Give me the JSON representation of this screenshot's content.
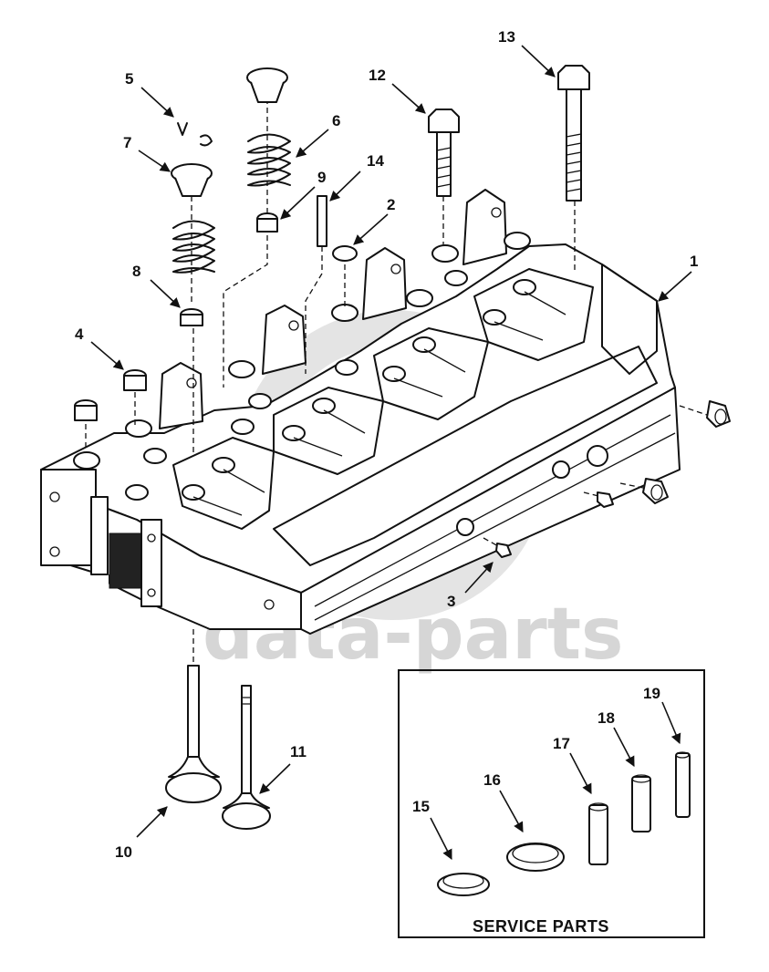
{
  "watermark": {
    "text": "data-parts"
  },
  "service_box": {
    "title": "SERVICE PARTS"
  },
  "callouts": [
    {
      "id": "1",
      "label": "1"
    },
    {
      "id": "2",
      "label": "2"
    },
    {
      "id": "3",
      "label": "3"
    },
    {
      "id": "4",
      "label": "4"
    },
    {
      "id": "5",
      "label": "5"
    },
    {
      "id": "6",
      "label": "6"
    },
    {
      "id": "7",
      "label": "7"
    },
    {
      "id": "8",
      "label": "8"
    },
    {
      "id": "9",
      "label": "9"
    },
    {
      "id": "10",
      "label": "10"
    },
    {
      "id": "11",
      "label": "11"
    },
    {
      "id": "12",
      "label": "12"
    },
    {
      "id": "13",
      "label": "13"
    },
    {
      "id": "14",
      "label": "14"
    },
    {
      "id": "15",
      "label": "15"
    },
    {
      "id": "16",
      "label": "16"
    },
    {
      "id": "17",
      "label": "17"
    },
    {
      "id": "18",
      "label": "18"
    },
    {
      "id": "19",
      "label": "19"
    }
  ]
}
